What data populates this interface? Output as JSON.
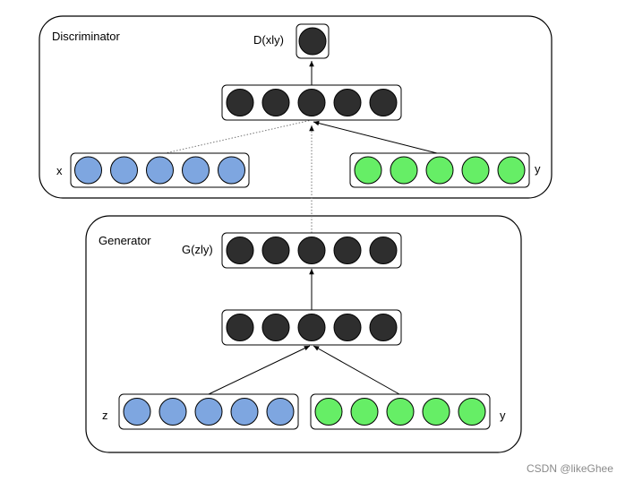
{
  "colors": {
    "dark_node": "#2e2e2e",
    "blue_node": "#7ea6e0",
    "green_node": "#66ee66",
    "stroke": "#000000",
    "watermark": "#8a8a8a"
  },
  "discriminator": {
    "title": "Discriminator",
    "output_label": "D(xly)",
    "x_label": "x",
    "y_label": "y"
  },
  "generator": {
    "title": "Generator",
    "output_label": "G(zly)",
    "z_label": "z",
    "y_label": "y"
  },
  "watermark": "CSDN @likeGhee"
}
